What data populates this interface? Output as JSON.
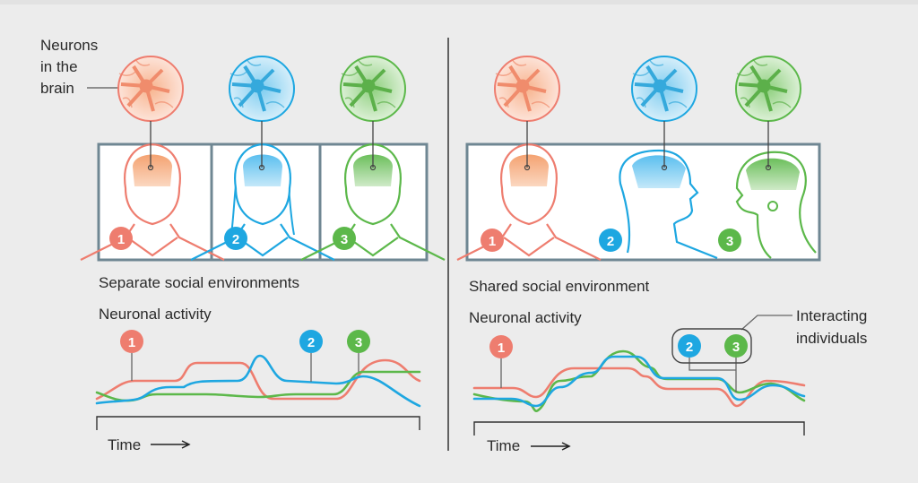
{
  "colors": {
    "person1": "#ee7d6f",
    "person2": "#1ea7e1",
    "person3": "#5cb84a",
    "frame": "#6f8793",
    "background": "#ececec"
  },
  "left": {
    "neurons_label": [
      "Neurons",
      "in the",
      "brain"
    ],
    "title": "Separate social environments",
    "activity_label": "Neuronal activity",
    "time_label": "Time",
    "badges": [
      "1",
      "2",
      "3"
    ]
  },
  "right": {
    "title": "Shared social environment",
    "activity_label": "Neuronal activity",
    "time_label": "Time",
    "interacting_label": [
      "Interacting",
      "individuals"
    ],
    "badges": [
      "1",
      "2",
      "3"
    ]
  }
}
